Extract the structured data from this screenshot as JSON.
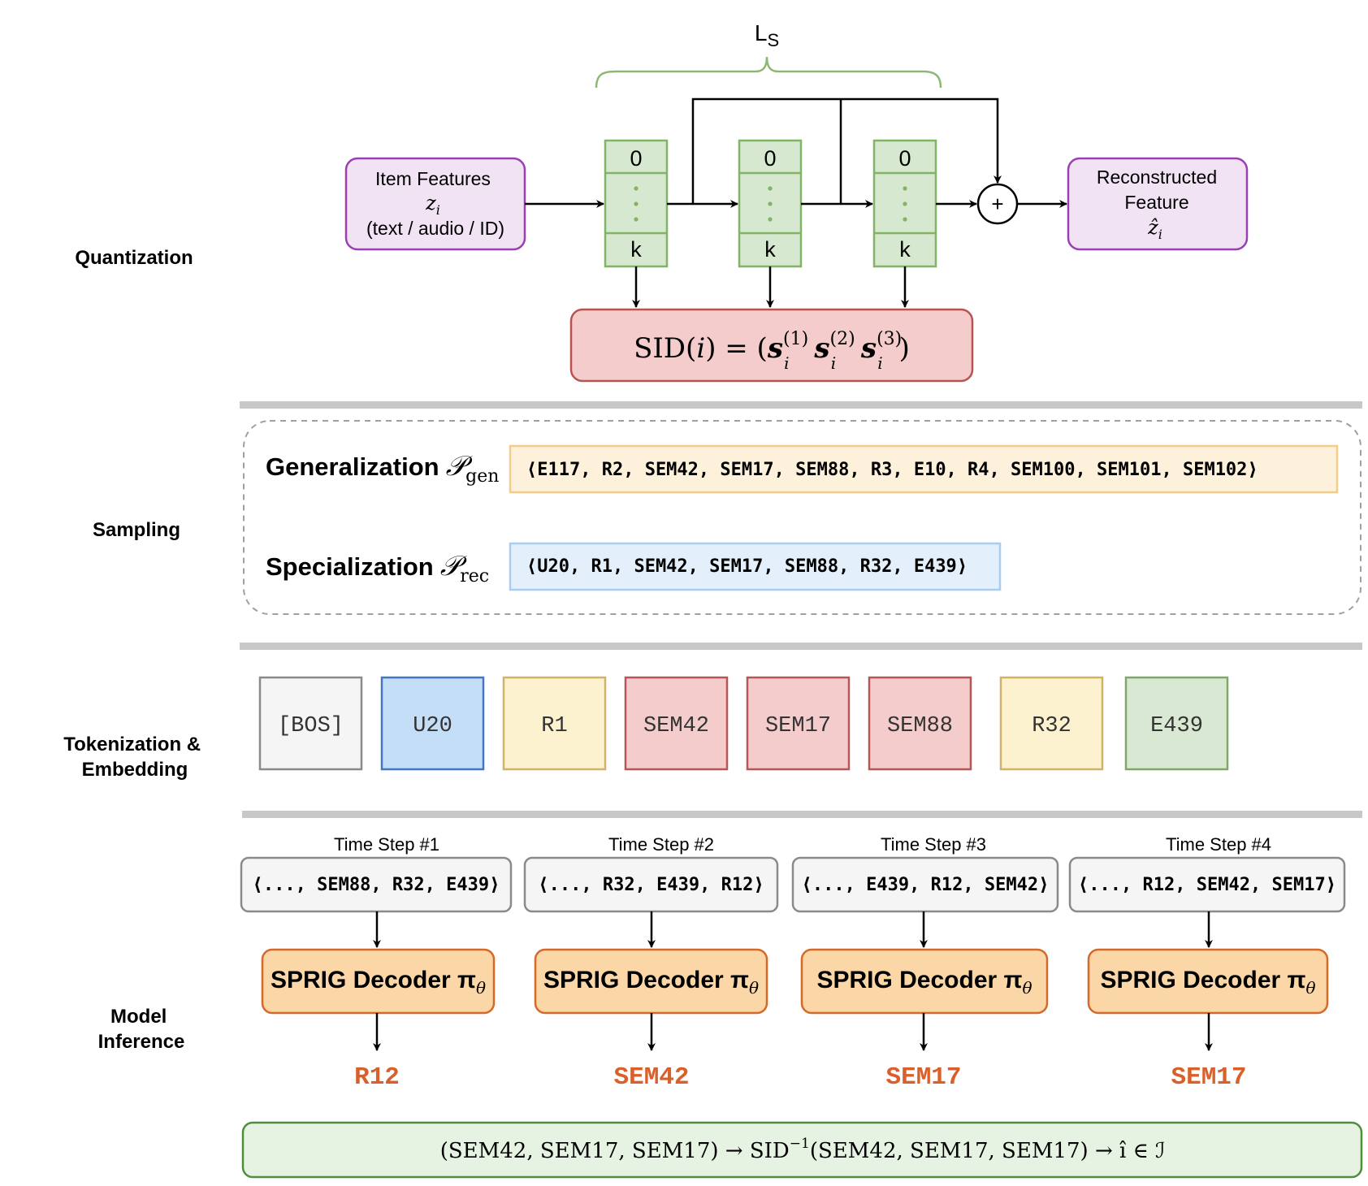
{
  "sections": {
    "quantization": [
      "Quantization"
    ],
    "sampling": [
      "Sampling"
    ],
    "tokenization": [
      "Tokenization &",
      "Embedding"
    ],
    "inference": [
      "Model",
      "Inference"
    ]
  },
  "quantization": {
    "loss_label": "L",
    "loss_sub": "S",
    "input": {
      "line1": "Item Features",
      "line2": "z",
      "line2_sub": "i",
      "line3": "(text / audio / ID)"
    },
    "output": {
      "line1": "Reconstructed",
      "line2": "Feature",
      "line3": "ẑ",
      "line3_sub": "i"
    },
    "codebook": {
      "top": "0",
      "bottom": "k"
    },
    "sum_symbol": "+",
    "sid": {
      "prefix": "SID(",
      "var": "i",
      "mid": ") = (",
      "s": "s",
      "sub": "i",
      "sups": [
        "(1)",
        "(2)",
        "(3)"
      ],
      "suffix": ")"
    }
  },
  "sampling": {
    "gen": {
      "label": "Generalization",
      "sym": "𝒫",
      "sub": "gen",
      "seq": "⟨E117,  R2,  SEM42,  SEM17,  SEM88,  R3,  E10,  R4,  SEM100,  SEM101,  SEM102⟩"
    },
    "rec": {
      "label": "Specialization",
      "sym": "𝒫",
      "sub": "rec",
      "seq": "⟨U20,  R1,  SEM42,  SEM17,  SEM88,  R32,  E439⟩"
    }
  },
  "tokens": [
    {
      "label": "[BOS]",
      "fill": "#f5f5f5",
      "stroke": "#8a8a8a"
    },
    {
      "label": "U20",
      "fill": "#c5def7",
      "stroke": "#4277c4"
    },
    {
      "label": "R1",
      "fill": "#fdf2cf",
      "stroke": "#d1b267"
    },
    {
      "label": "SEM42",
      "fill": "#f5cccc",
      "stroke": "#b65656"
    },
    {
      "label": "SEM17",
      "fill": "#f5cccc",
      "stroke": "#b65656"
    },
    {
      "label": "SEM88",
      "fill": "#f5cccc",
      "stroke": "#b65656"
    },
    {
      "label": "R32",
      "fill": "#fdf2cf",
      "stroke": "#d1b267"
    },
    {
      "label": "E439",
      "fill": "#d8e8d2",
      "stroke": "#7fa868"
    }
  ],
  "inference": {
    "steps": [
      {
        "title": "Time Step #1",
        "context": "⟨...,  SEM88,  R32,  E439⟩",
        "decoder": "SPRIG Decoder π",
        "decoder_sub": "θ",
        "output": "R12"
      },
      {
        "title": "Time Step #2",
        "context": "⟨...,  R32,  E439,  R12⟩",
        "decoder": "SPRIG Decoder π",
        "decoder_sub": "θ",
        "output": "SEM42"
      },
      {
        "title": "Time Step #3",
        "context": "⟨...,  E439,  R12,  SEM42⟩",
        "decoder": "SPRIG Decoder π",
        "decoder_sub": "θ",
        "output": "SEM17"
      },
      {
        "title": "Time Step #4",
        "context": "⟨...,  R12,  SEM42,  SEM17⟩",
        "decoder": "SPRIG Decoder π",
        "decoder_sub": "θ",
        "output": "SEM17"
      }
    ],
    "final": {
      "part1": "(SEM42, SEM17, SEM17)  →  SID",
      "sup": "−1",
      "part2": "(SEM42, SEM17, SEM17)  →  î ∈ ℐ"
    }
  },
  "colors": {
    "purple_fill": "#f1e3f4",
    "purple_stroke": "#9b3fb5",
    "green_fill": "#d6e8cf",
    "green_stroke": "#82b366",
    "red_fill": "#f4cccc",
    "red_stroke": "#b85450",
    "gen_fill": "#fdf1dc",
    "gen_stroke": "#f2cc8a",
    "rec_fill": "#e3f0fb",
    "rec_stroke": "#a9cdee",
    "decoder_fill": "#fbd7a8",
    "decoder_stroke": "#d4692a",
    "output_text": "#d9602a",
    "final_fill": "#e7f3e2",
    "final_stroke": "#4e8f3a",
    "brace": "#8cb873",
    "divider": "#c8c8c8"
  }
}
